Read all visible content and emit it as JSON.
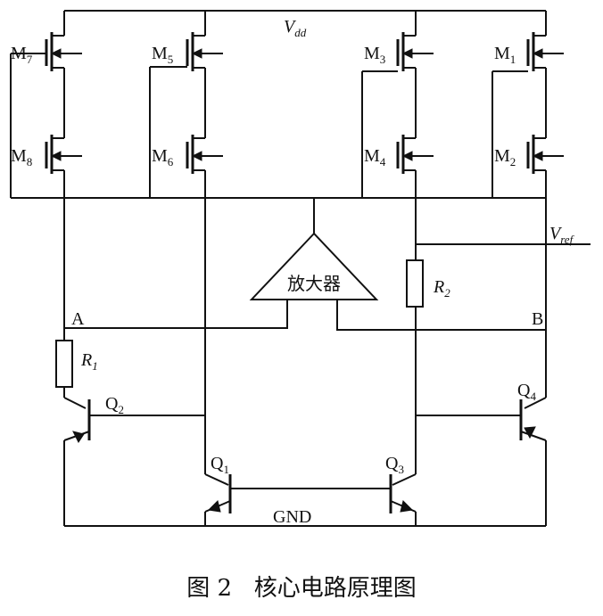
{
  "labels": {
    "vdd": "V",
    "vdd_sub": "dd",
    "vref": "V",
    "vref_sub": "ref",
    "gnd": "GND",
    "amp": "放大器",
    "node_a": "A",
    "node_b": "B",
    "r1": "R",
    "r1_sub": "1",
    "r2": "R",
    "r2_sub": "2",
    "m1": "M",
    "m1_sub": "1",
    "m2": "M",
    "m2_sub": "2",
    "m3": "M",
    "m3_sub": "3",
    "m4": "M",
    "m4_sub": "4",
    "m5": "M",
    "m5_sub": "5",
    "m6": "M",
    "m6_sub": "6",
    "m7": "M",
    "m7_sub": "7",
    "m8": "M",
    "m8_sub": "8",
    "q1": "Q",
    "q1_sub": "1",
    "q2": "Q",
    "q2_sub": "2",
    "q3": "Q",
    "q3_sub": "3",
    "q4": "Q",
    "q4_sub": "4"
  },
  "caption": "图 2   核心电路原理图"
}
